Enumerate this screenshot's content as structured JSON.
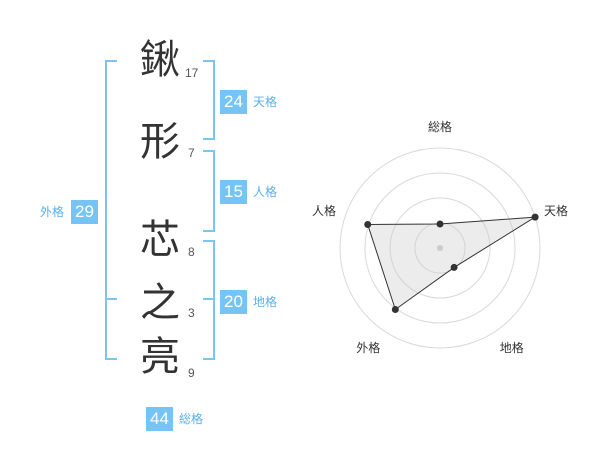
{
  "colors": {
    "accent": "#76c4f5",
    "label": "#5aafea",
    "line": "#7cc4f2"
  },
  "name": {
    "chars": [
      {
        "char": "鍬",
        "strokes": "17"
      },
      {
        "char": "形",
        "strokes": "7"
      },
      {
        "char": "芯",
        "strokes": "8"
      },
      {
        "char": "之",
        "strokes": "3"
      },
      {
        "char": "亮",
        "strokes": "9"
      }
    ]
  },
  "fortunes": {
    "tenkaku": {
      "value": "24",
      "label": "天格"
    },
    "jinkaku": {
      "value": "15",
      "label": "人格"
    },
    "chikaku": {
      "value": "20",
      "label": "地格"
    },
    "gaikaku": {
      "value": "29",
      "label": "外格"
    },
    "soukaku": {
      "value": "44",
      "label": "総格"
    }
  },
  "chart_data": {
    "type": "radar",
    "axes": [
      "総格",
      "天格",
      "地格",
      "外格",
      "人格"
    ],
    "values": [
      0.24,
      1.0,
      0.24,
      0.76,
      0.76
    ],
    "rings": 4,
    "grid": true
  }
}
